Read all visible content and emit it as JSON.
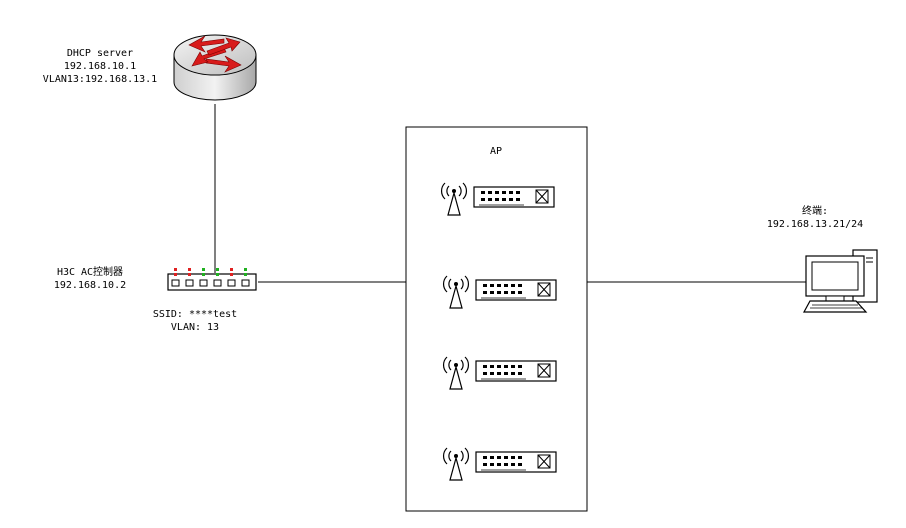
{
  "router": {
    "icon": "router-icon",
    "label_line1": "DHCP server",
    "label_line2": "192.168.10.1",
    "label_line3": "VLAN13:192.168.13.1"
  },
  "controller": {
    "icon": "switch-icon",
    "label_line1": "H3C AC控制器",
    "label_line2": "192.168.10.2",
    "ssid": "SSID: ****test",
    "vlan": "VLAN: 13"
  },
  "ap_group": {
    "title": "AP",
    "aps": [
      {
        "icon": "access-point-icon"
      },
      {
        "icon": "access-point-icon"
      },
      {
        "icon": "access-point-icon"
      },
      {
        "icon": "access-point-icon"
      }
    ]
  },
  "terminal": {
    "icon": "desktop-computer-icon",
    "label_line1": "终端:",
    "label_line2": "192.168.13.21/24"
  },
  "colors": {
    "router_arrow": "#d81b1b",
    "router_body": "#d9d9d9",
    "led_red": "#e02020",
    "led_green": "#20b020",
    "line": "#000000"
  }
}
